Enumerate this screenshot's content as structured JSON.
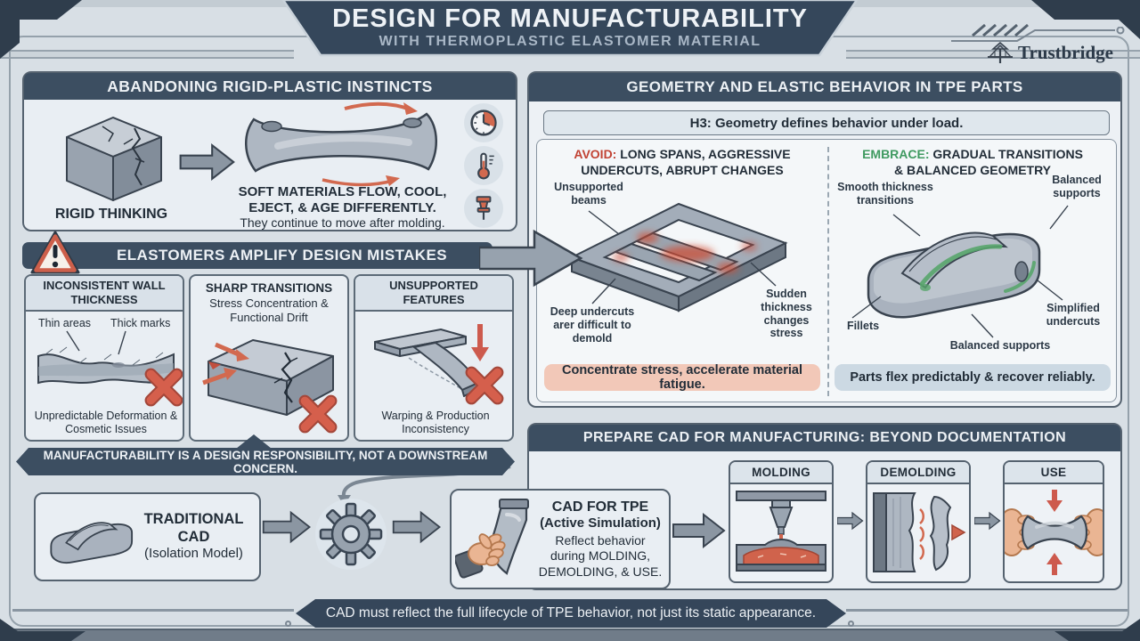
{
  "brand": {
    "name": "Trustbridge",
    "logo_icon": "bridge-icon"
  },
  "header": {
    "title": "DESIGN FOR MANUFACTURABILITY",
    "subtitle": "WITH THERMOPLASTIC ELASTOMER MATERIAL"
  },
  "instincts": {
    "title": "ABANDONING RIGID-PLASTIC INSTINCTS",
    "cube_label": "RIGID THINKING",
    "message_bold": "SOFT MATERIALS FLOW, COOL, EJECT, & AGE DIFFERENTLY.",
    "message_plain": "They continue to move after molding.",
    "icons": [
      "clock-icon",
      "thermometer-icon",
      "pushpin-icon"
    ]
  },
  "mistakes": {
    "title": "ELASTOMERS AMPLIFY DESIGN MISTAKES",
    "warning_icon": "warning-triangle-icon",
    "cards": [
      {
        "title": "INCONSISTENT WALL THICKNESS",
        "label_thin": "Thin areas",
        "label_thick": "Thick marks",
        "caption": "Unpredictable Deformation & Cosmetic Issues"
      },
      {
        "title": "SHARP TRANSITIONS",
        "subtitle": "Stress Concentration & Functional Drift"
      },
      {
        "title": "UNSUPPORTED FEATURES",
        "caption": "Warping & Production Inconsistency"
      }
    ],
    "banner": "MANUFACTURABILITY IS A DESIGN RESPONSIBILITY, NOT A DOWNSTREAM CONCERN."
  },
  "geometry": {
    "title": "GEOMETRY AND ELASTIC BEHAVIOR IN TPE PARTS",
    "subheading": "H3: Geometry defines behavior under load.",
    "avoid": {
      "keyword": "AVOID:",
      "heading_line1": "LONG SPANS, AGGRESSIVE",
      "heading_line2": "UNDERCUTS, ABRUPT CHANGES",
      "label_beams": "Unsupported beams",
      "label_undercuts": "Deep undercuts arer difficult to demold",
      "label_thickness": "Sudden thickness changes stress",
      "banner": "Concentrate stress, accelerate material fatigue."
    },
    "embrace": {
      "keyword": "EMBRACE:",
      "heading_line1": "GRADUAL TRANSITIONS",
      "heading_line2": "& BALANCED GEOMETRY",
      "label_smooth": "Smooth thickness transitions",
      "label_balanced_top": "Balanced supports",
      "label_fillets": "Fillets",
      "label_balanced_bottom": "Balanced supports",
      "label_simplified": "Simplified undercuts",
      "banner": "Parts flex predictably & recover reliably."
    }
  },
  "cad_panel": {
    "title": "PREPARE CAD FOR MANUFACTURING: BEYOND DOCUMENTATION",
    "stages": [
      {
        "label": "MOLDING",
        "icon": "injection-molding-illustration"
      },
      {
        "label": "DEMOLDING",
        "icon": "demolding-illustration"
      },
      {
        "label": "USE",
        "icon": "stretching-part-illustration"
      }
    ]
  },
  "flow": {
    "traditional_title": "TRADITIONAL CAD",
    "traditional_subtitle": "(Isolation Model)",
    "gear_icon": "gear-icon",
    "tpe_title": "CAD FOR TPE",
    "tpe_subtitle": "(Active Simulation)",
    "tpe_body": "Reflect behavior during MOLDING, DEMOLDING, & USE."
  },
  "footer": {
    "banner": "CAD must reflect the full lifecycle of TPE behavior, not just its static appearance."
  },
  "colors": {
    "background": "#d8dfe5",
    "panel_bg": "#e9eef3",
    "header_navy": "#3c4e61",
    "text_dark": "#2b3845",
    "accent_red": "#cd5b4a",
    "accent_green": "#4ea06a",
    "banner_pink": "#f2c8b8",
    "banner_blue": "#ccd9e3"
  }
}
